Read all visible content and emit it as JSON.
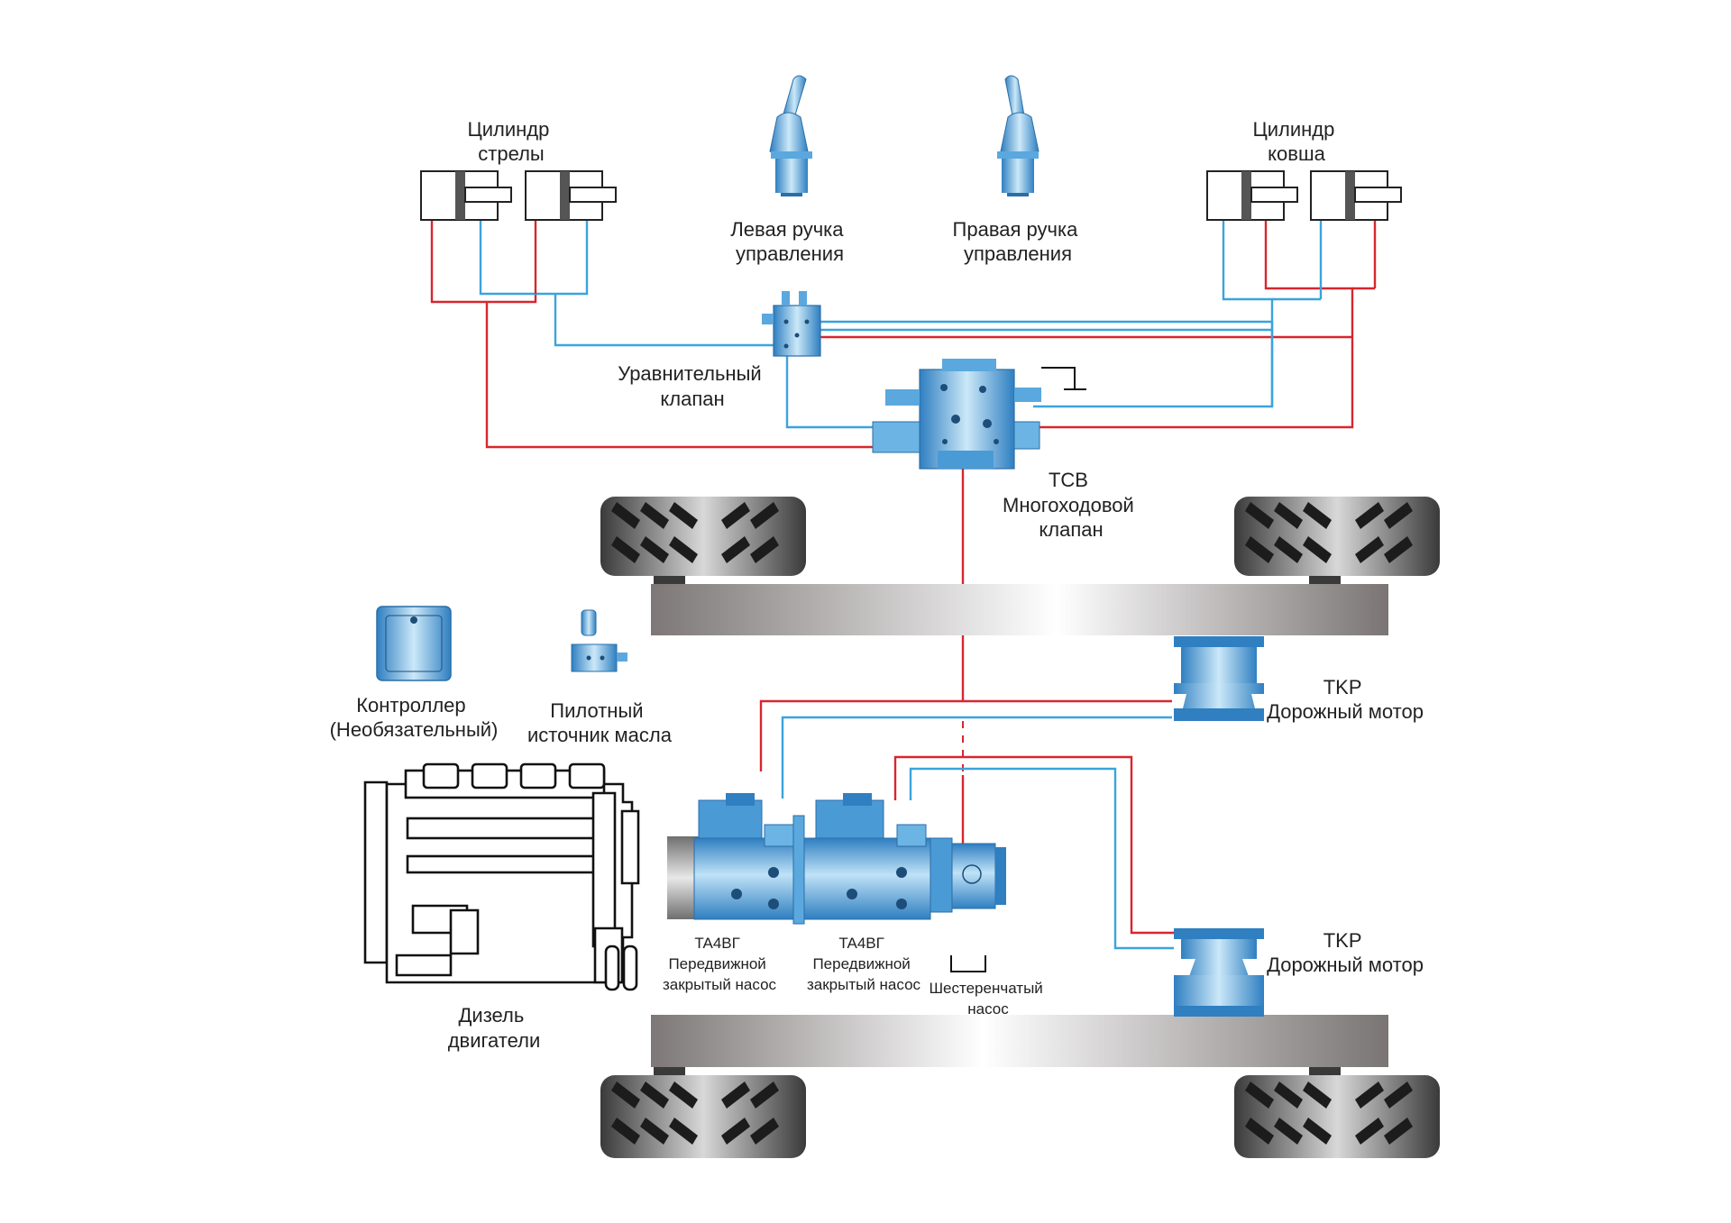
{
  "labels": {
    "boom_cylinder": [
      "Цилиндр",
      "стрелы"
    ],
    "bucket_cylinder": [
      "Цилиндр",
      "ковша"
    ],
    "left_joystick": [
      "Левая ручка",
      "управления"
    ],
    "right_joystick": [
      "Правая ручка",
      "управления"
    ],
    "balance_valve": [
      "Уравнительный",
      "клапан"
    ],
    "tcb_valve": [
      "TCB",
      "Многоходовой",
      "клапан"
    ],
    "controller": [
      "Контроллер",
      "(Необязательный)"
    ],
    "pilot_source": [
      "Пилотный",
      "источник масла"
    ],
    "tkr_motor_top": [
      "TKP",
      "Дорожный мотор"
    ],
    "tkr_motor_bottom": [
      "TKP",
      "Дорожный мотор"
    ],
    "pump_1": [
      "TA4BГ",
      "Передвижной",
      "закрытый насос"
    ],
    "pump_2": [
      "TA4BГ",
      "Передвижной",
      "закрытый насос"
    ],
    "gear_pump": [
      "Шестеренчатый",
      "насос"
    ],
    "diesel_engine": [
      "Дизель",
      "двигатели"
    ]
  },
  "colors": {
    "pressure_line": "#d7262f",
    "return_line": "#3ba3dd",
    "component_blue": "#3d8fd0",
    "axle_gray": "#8a8585",
    "tire_dark": "#2a2a2a"
  },
  "icons": {
    "joystick": "joystick-icon",
    "cylinder": "hydraulic-cylinder-icon",
    "valve": "valve-block-icon",
    "motor": "travel-motor-icon",
    "pump": "piston-pump-icon",
    "engine": "diesel-engine-icon",
    "wheel": "tire-icon"
  }
}
